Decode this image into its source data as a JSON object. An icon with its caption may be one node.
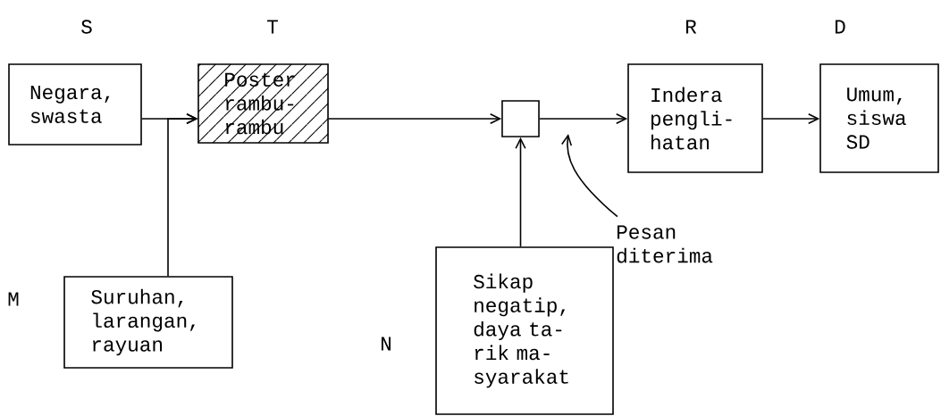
{
  "diagram": {
    "nodes": [
      {
        "text": [
          "Negara, swasta"
        ]
      },
      {
        "text": [
          "Poster rambu- rambu"
        ]
      },
      {
        "text": [],
        "shape": "box"
      },
      {
        "text": [
          "Indera pengli- hatan"
        ]
      },
      {
        "text": [
          "Umum, siswa SD"
        ]
      },
      {
        "text": [
          "Suruhan, larangan, rayuan"
        ]
      },
      {
        "text": [
          "Sikap negatip, daya ta- rik ma- syarakat"
        ]
      },
      {
        "text": [
          "Pesan diterima"
        ]
      }
    ],
    "edges": [
      {
        "from": 0,
        "to": 1,
        "arrow": "to"
      },
      {
        "from": 5,
        "to": 1,
        "arrow": "to"
      },
      {
        "from": 1,
        "to": 2,
        "arrow": "to"
      },
      {
        "from": 6,
        "to": 2,
        "arrow": "to"
      },
      {
        "from": 2,
        "to": 3,
        "arrow": "to"
      },
      {
        "from": 3,
        "to": 4,
        "arrow": "to"
      },
      {
        "from": 7,
        "to": null,
        "arrow": "to"
      }
    ],
    "labels": [
      "S",
      "T",
      "R",
      "D",
      "M",
      "N"
    ]
  }
}
